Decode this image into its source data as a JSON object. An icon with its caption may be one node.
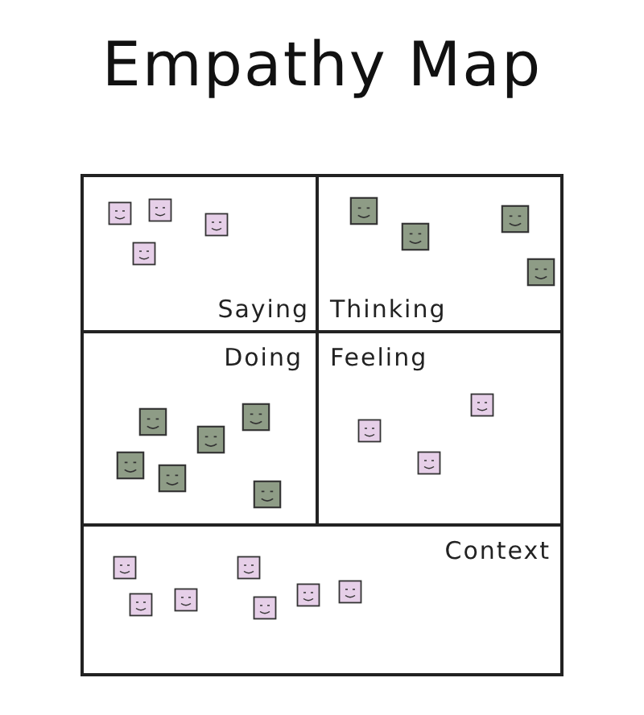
{
  "diagram": {
    "title": "Empathy Map",
    "nodes": [
      {
        "text": [
          "Saying"
        ]
      },
      {
        "text": [
          "Thinking"
        ]
      },
      {
        "text": [
          "Doing"
        ]
      },
      {
        "text": [
          "Feeling"
        ]
      },
      {
        "text": [
          "Context"
        ]
      }
    ]
  }
}
